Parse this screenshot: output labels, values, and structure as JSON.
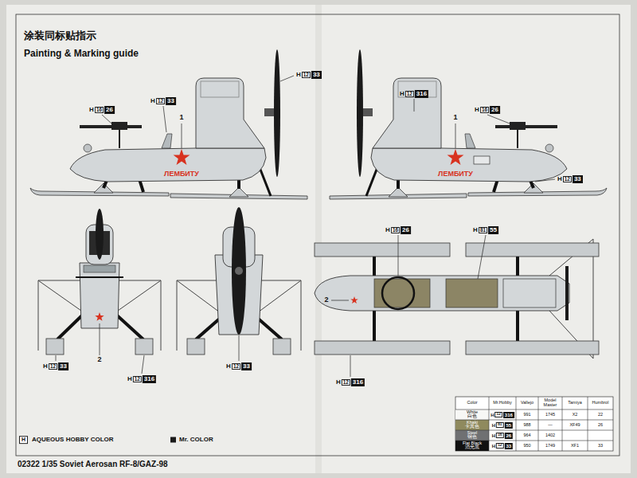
{
  "diagram": {
    "title": "Painting & Marking guide",
    "caption": "02322 1/35 Soviet Aerosan RF-8/GAZ-98",
    "labels": [
      "涂装同标贴指示",
      "H",
      "12",
      "33",
      "H",
      "16",
      "26",
      "H",
      "12",
      "33",
      "1",
      "ЛЕМБИТУ",
      "H",
      "12",
      "316",
      "H",
      "16",
      "26",
      "1",
      "ЛЕМБИТУ",
      "H",
      "12",
      "33",
      "2",
      "H",
      "12",
      "33",
      "H",
      "12",
      "316",
      "H",
      "12",
      "33",
      "H",
      "16",
      "26",
      "H",
      "81",
      "55",
      "2",
      "H",
      "12",
      "316",
      "H",
      "Color",
      "Mr.Hobby",
      "Vallejo",
      "Model Master",
      "Tamiya",
      "Humbrol",
      "White",
      "白色",
      "H",
      "12",
      "316",
      "991",
      "1745",
      "X2",
      "22",
      "Khaki",
      "卡其色",
      "H",
      "81",
      "55",
      "988",
      "—",
      "XF49",
      "26",
      "Steel",
      "钢色",
      "H",
      "16",
      "26",
      "964",
      "1402",
      "Flat Black",
      "消光黑",
      "H",
      "12",
      "33",
      "950",
      "1749",
      "XF1",
      "33"
    ],
    "legend": [
      {
        "text": "AQUEOUS HOBBY COLOR"
      },
      {
        "text": "Mr. COLOR",
        "color": "#1a1a1a"
      }
    ]
  }
}
